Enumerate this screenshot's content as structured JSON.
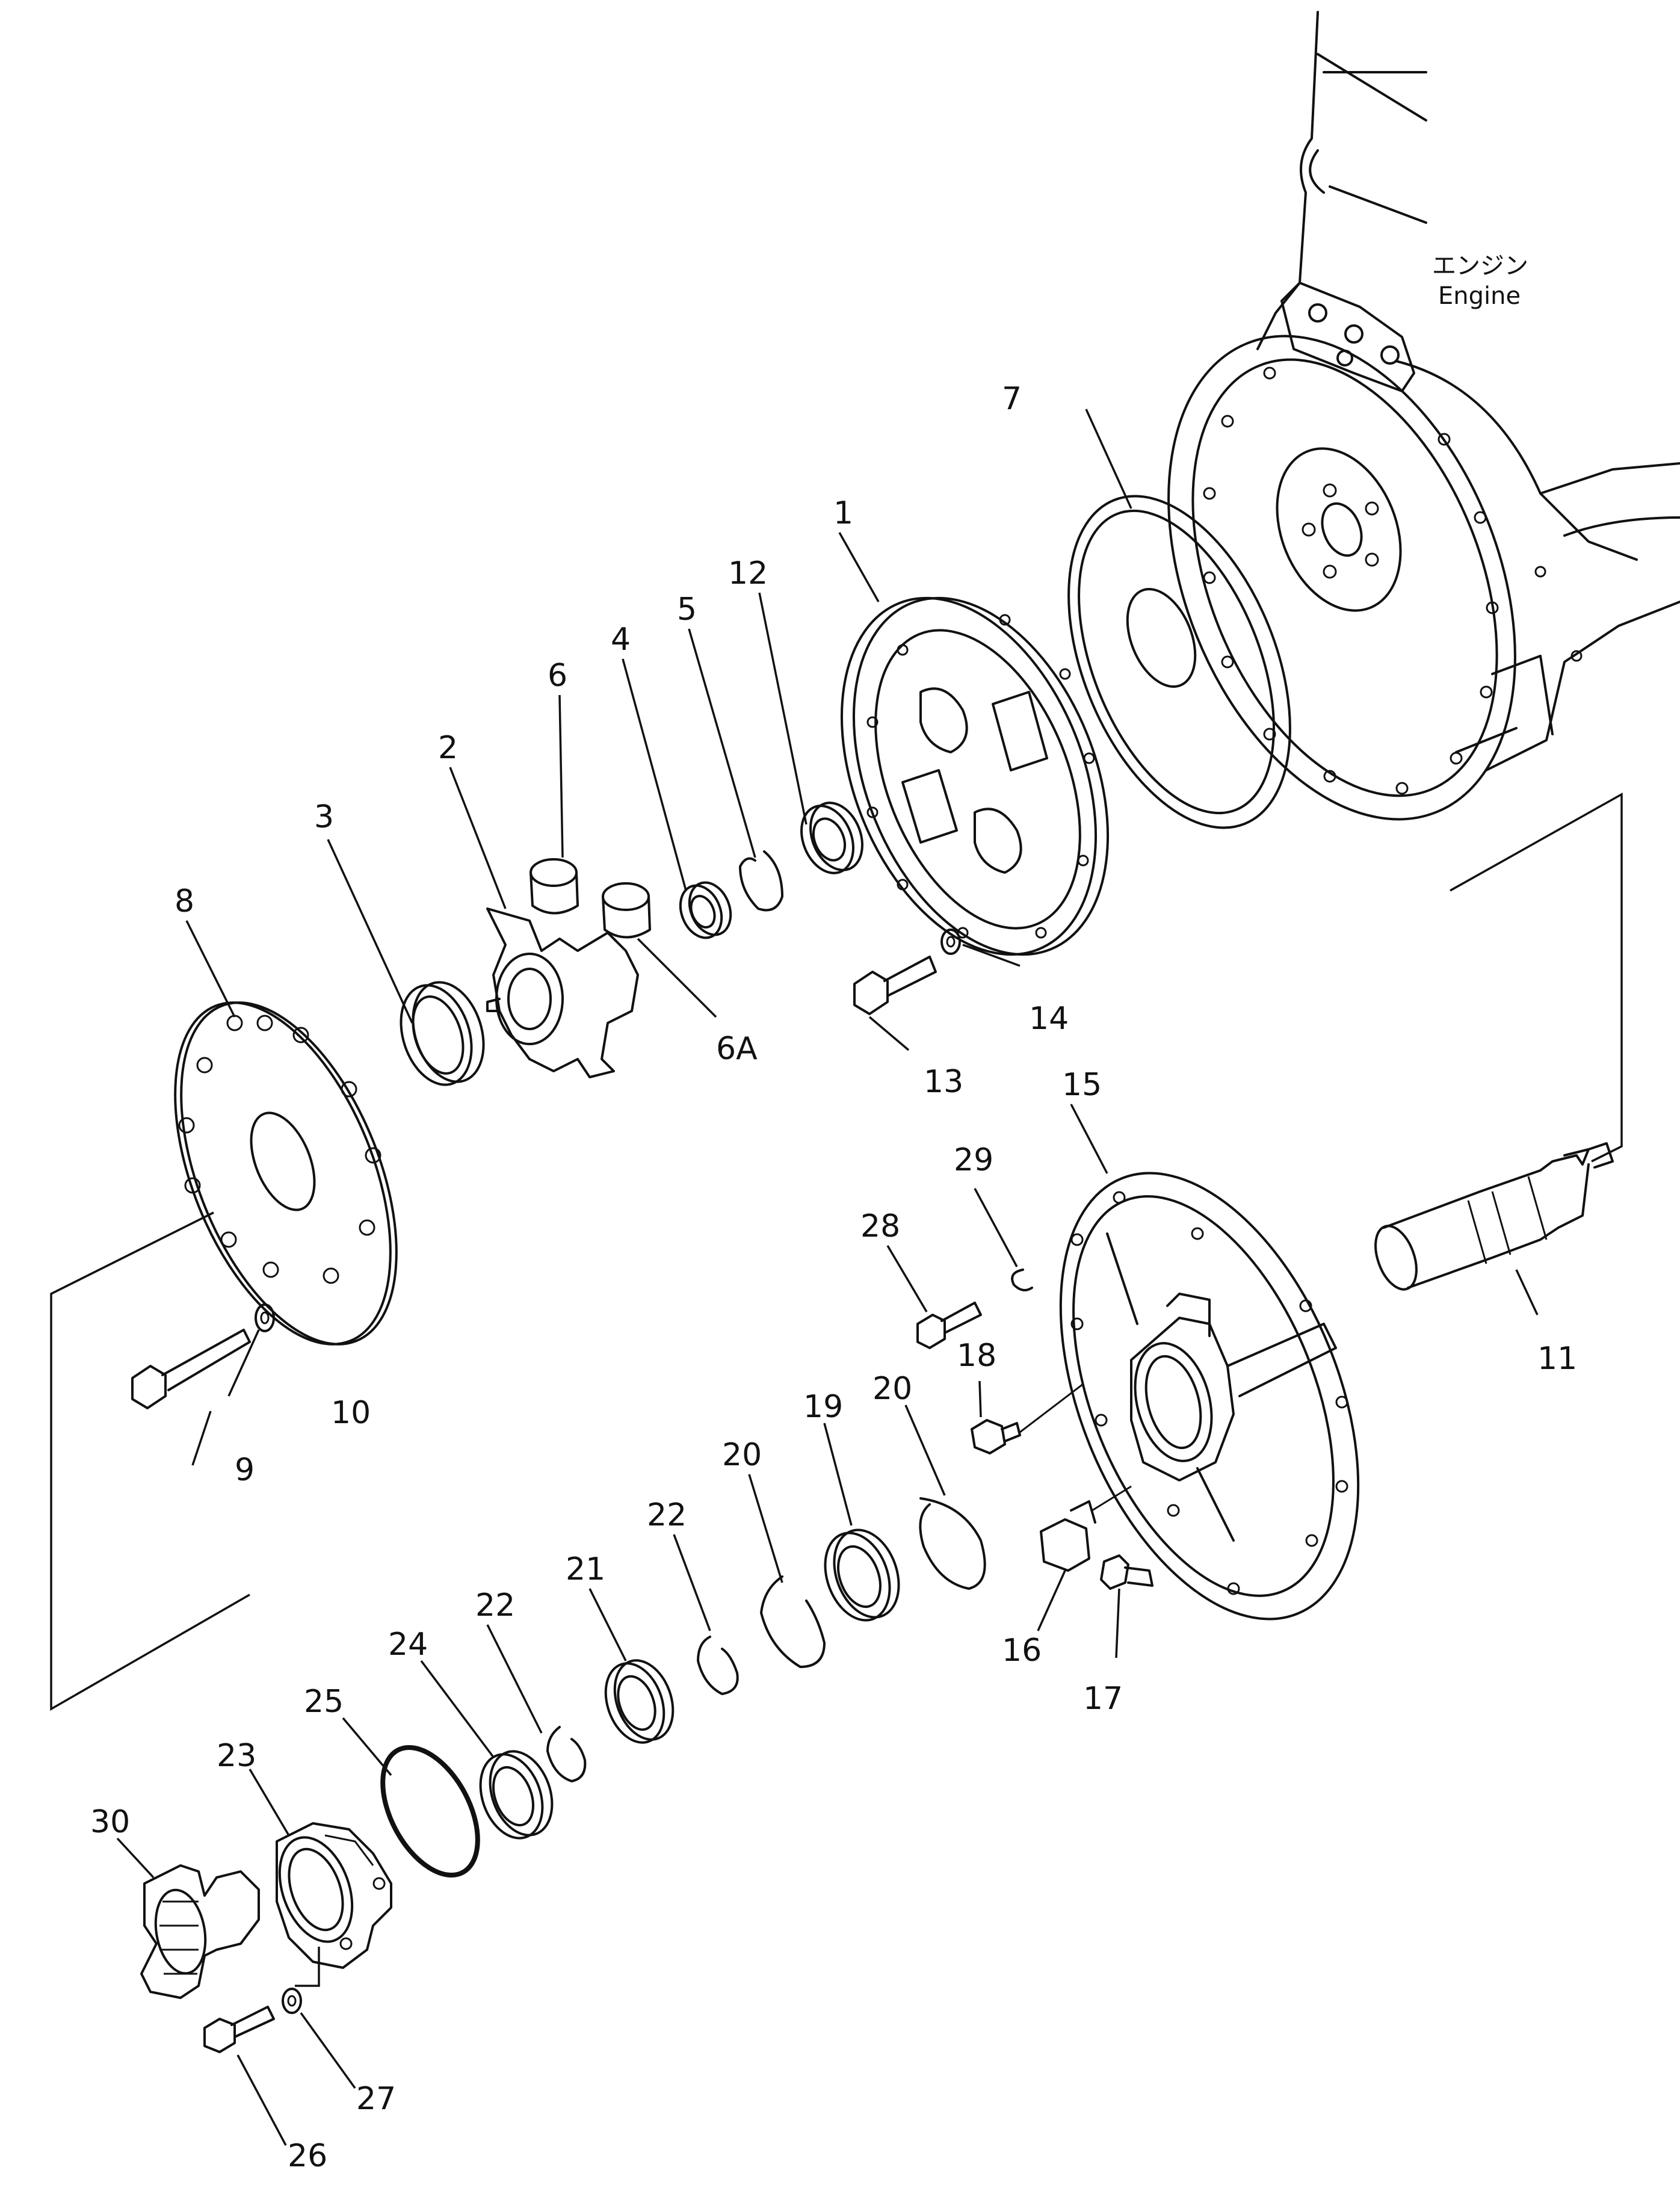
{
  "engine_label": {
    "japanese": "エンジン",
    "english": "Engine"
  },
  "callouts": {
    "p1": "1",
    "p2": "2",
    "p3": "3",
    "p4": "4",
    "p5": "5",
    "p6": "6",
    "p6a": "6A",
    "p7": "7",
    "p8": "8",
    "p9": "9",
    "p10": "10",
    "p11": "11",
    "p12": "12",
    "p13": "13",
    "p14": "14",
    "p15": "15",
    "p16": "16",
    "p17": "17",
    "p18": "18",
    "p19": "19",
    "p20a": "20",
    "p20b": "20",
    "p21": "21",
    "p22a": "22",
    "p22b": "22",
    "p23": "23",
    "p24": "24",
    "p25": "25",
    "p26": "26",
    "p27": "27",
    "p28": "28",
    "p29": "29",
    "p30": "30"
  }
}
